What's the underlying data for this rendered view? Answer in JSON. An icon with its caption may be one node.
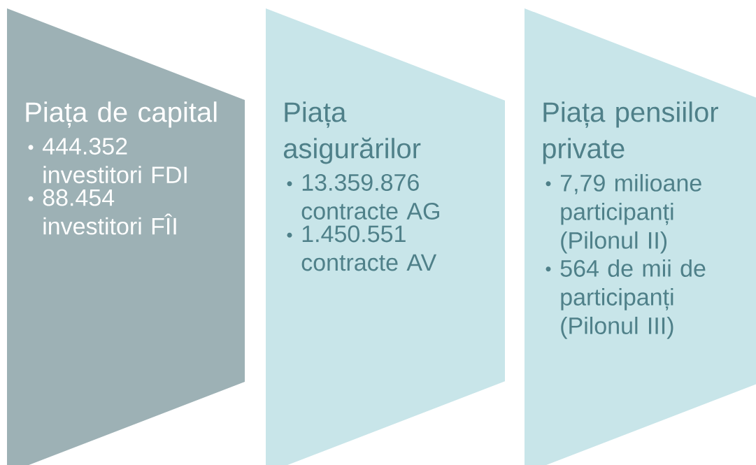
{
  "diagram": {
    "nodes": [
      {
        "text": [
          "Piața de capital",
          "444.352 investitori FDI",
          "88.454 investitori FÎI"
        ]
      },
      {
        "text": [
          "Piața asigurărilor",
          "13.359.876 contracte AG",
          "1.450.551 contracte AV"
        ]
      },
      {
        "text": [
          "Piața pensiilor private",
          "7,79 milioane participanți (Pilonul II)",
          "564 de mii de participanți (Pilonul III)"
        ]
      }
    ]
  }
}
